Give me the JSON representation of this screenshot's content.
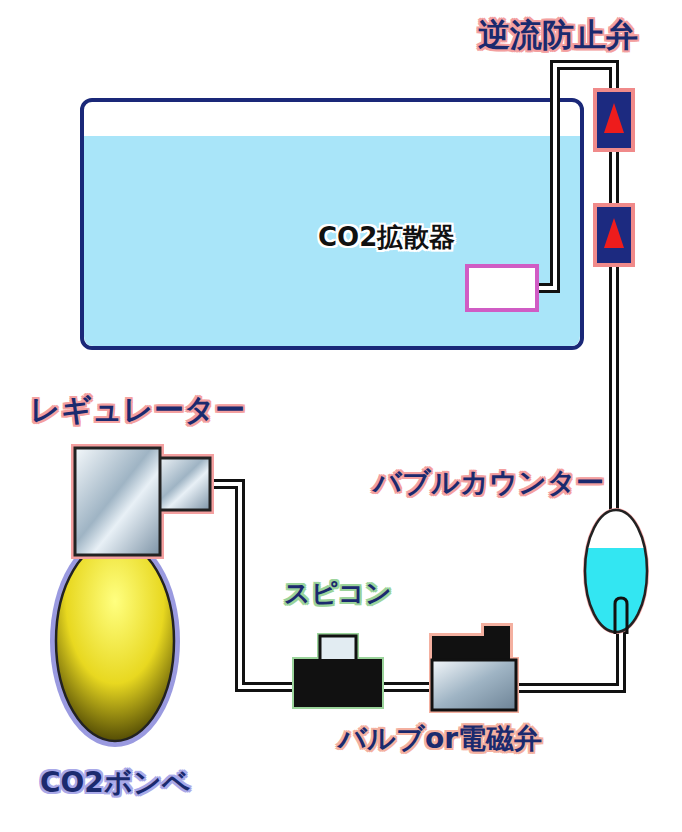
{
  "diagram": {
    "nodes": [
      {
        "text": [
          "逆流防止弁"
        ]
      },
      {
        "text": [
          "CO2拡散器"
        ]
      },
      {
        "text": [
          "レギュレーター"
        ]
      },
      {
        "text": [
          "バブルカウンター"
        ]
      },
      {
        "text": [
          "スピコン"
        ]
      },
      {
        "text": [
          "CO2ボンベ"
        ]
      },
      {
        "text": [
          "バルブor電磁弁"
        ]
      }
    ],
    "edges": [
      {
        "from": 2,
        "to": 4,
        "arrow": "none"
      },
      {
        "from": 4,
        "to": 6,
        "arrow": "none"
      },
      {
        "from": 6,
        "to": 3,
        "arrow": "none"
      },
      {
        "from": 3,
        "to": 0,
        "arrow": "none"
      },
      {
        "from": 0,
        "to": 1,
        "arrow": "none"
      }
    ]
  }
}
